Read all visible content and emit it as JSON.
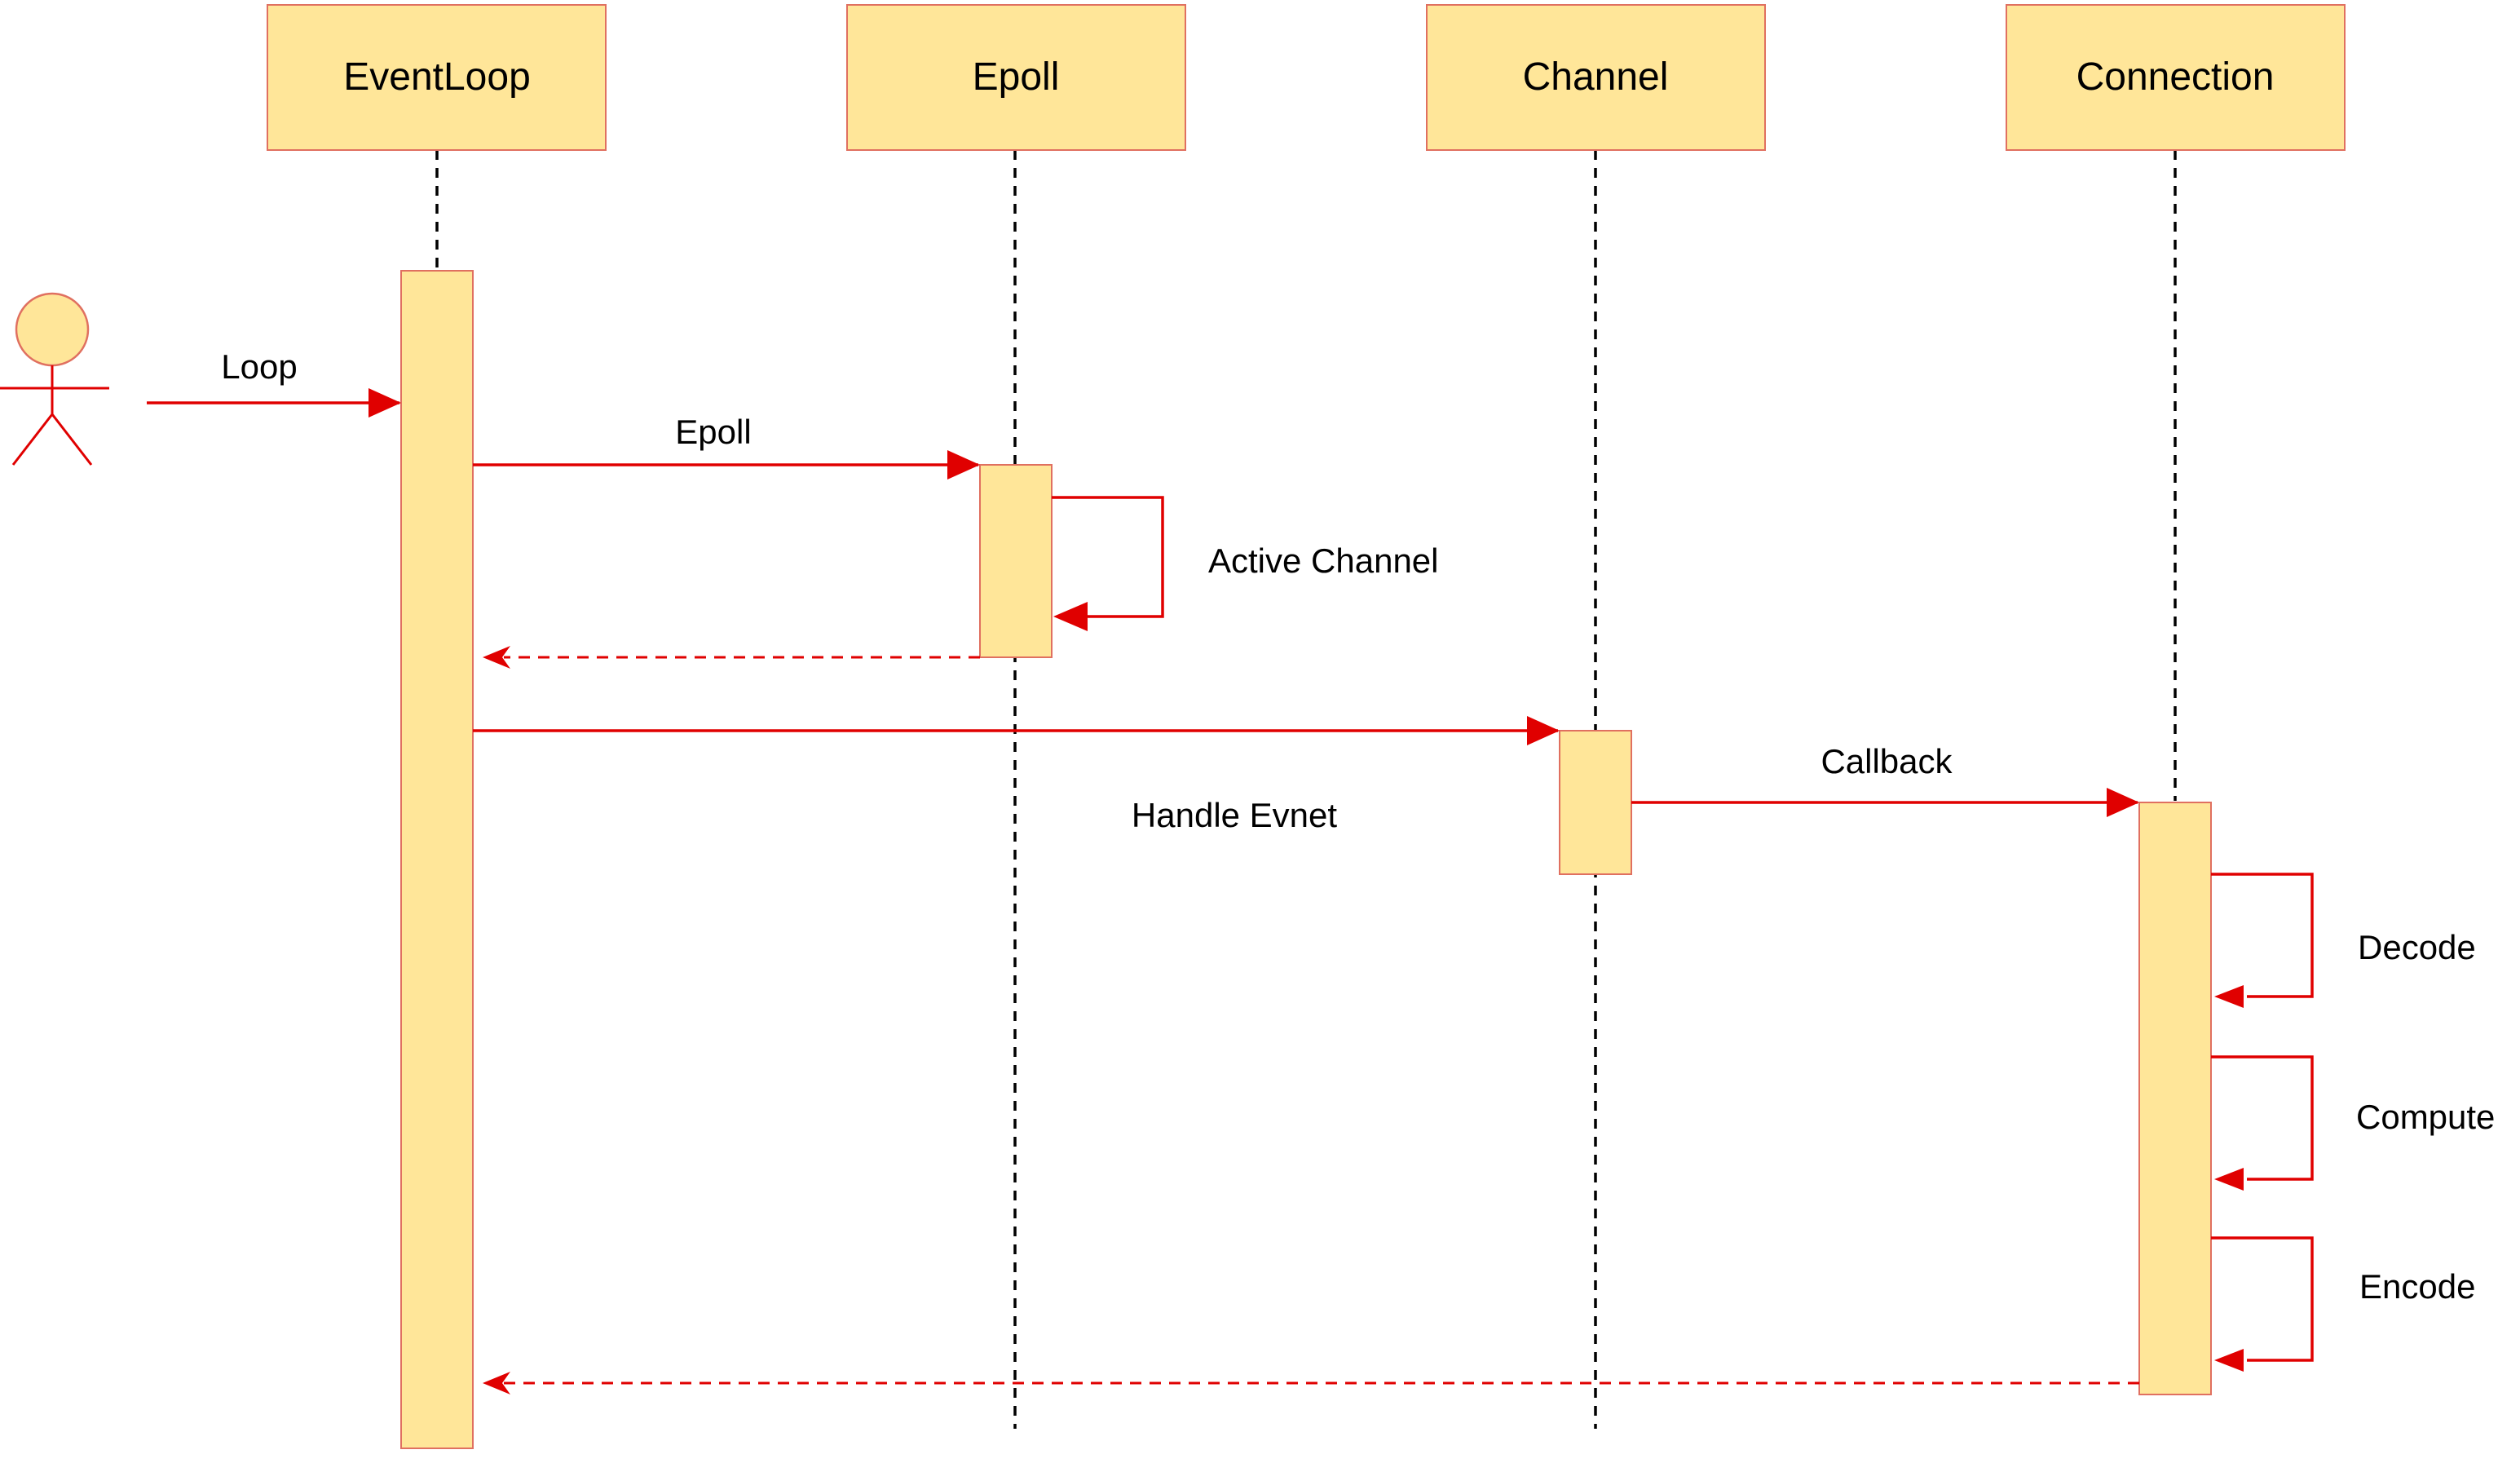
{
  "participants": [
    {
      "id": "eventloop",
      "label": "EventLoop"
    },
    {
      "id": "epoll",
      "label": "Epoll"
    },
    {
      "id": "channel",
      "label": "Channel"
    },
    {
      "id": "connection",
      "label": "Connection"
    }
  ],
  "messages": [
    {
      "id": "loop",
      "label": "Loop",
      "from": "actor",
      "to": "eventloop",
      "kind": "sync"
    },
    {
      "id": "epoll",
      "label": "Epoll",
      "from": "eventloop",
      "to": "epoll",
      "kind": "sync"
    },
    {
      "id": "active-channel",
      "label": "Active Channel",
      "from": "epoll",
      "to": "epoll",
      "kind": "self"
    },
    {
      "id": "epoll-return",
      "label": "",
      "from": "epoll",
      "to": "eventloop",
      "kind": "return"
    },
    {
      "id": "handle-event",
      "label": "Handle Evnet",
      "from": "eventloop",
      "to": "channel",
      "kind": "sync"
    },
    {
      "id": "callback",
      "label": "Callback",
      "from": "channel",
      "to": "connection",
      "kind": "sync"
    },
    {
      "id": "decode",
      "label": "Decode",
      "from": "connection",
      "to": "connection",
      "kind": "self"
    },
    {
      "id": "compute",
      "label": "Compute",
      "from": "connection",
      "to": "connection",
      "kind": "self"
    },
    {
      "id": "encode",
      "label": "Encode",
      "from": "connection",
      "to": "connection",
      "kind": "self"
    },
    {
      "id": "connection-return",
      "label": "",
      "from": "connection",
      "to": "eventloop",
      "kind": "return"
    }
  ],
  "colors": {
    "box_fill": "#FFE699",
    "box_stroke": "#E07060",
    "arrow": "#E00000",
    "lifeline": "#000000"
  }
}
